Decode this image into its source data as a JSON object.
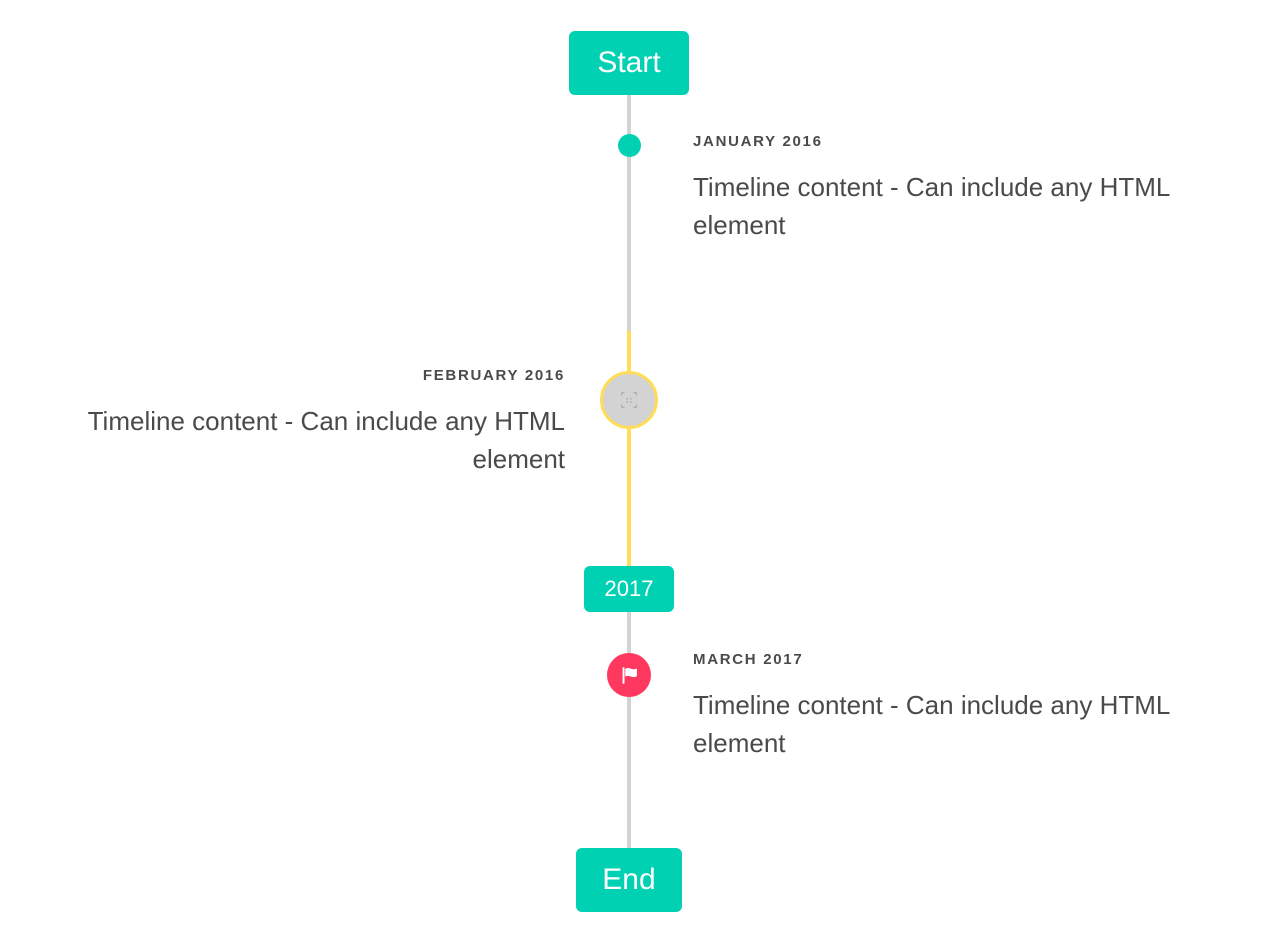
{
  "colors": {
    "primary": "#00D1B2",
    "warning": "#FFDD57",
    "danger": "#FF3860",
    "line": "#D3D3D3",
    "text": "#4A4A4A",
    "background": "#FFFFFF"
  },
  "timeline": {
    "header_label": "Start",
    "footer_label": "End",
    "year_divider_label": "2017",
    "items": [
      {
        "id": "january-2016",
        "heading": "JANUARY 2016",
        "body": "Timeline content - Can include any HTML element",
        "side": "right",
        "marker": "dot",
        "marker_color": "#00D1B2"
      },
      {
        "id": "february-2016",
        "heading": "FEBRUARY 2016",
        "body": "Timeline content - Can include any HTML element",
        "side": "left",
        "marker": "broken-image",
        "marker_color": "#FFDD57"
      },
      {
        "id": "march-2017",
        "heading": "MARCH 2017",
        "body": "Timeline content - Can include any HTML element",
        "side": "right",
        "marker": "flag",
        "marker_color": "#FF3860"
      }
    ]
  }
}
